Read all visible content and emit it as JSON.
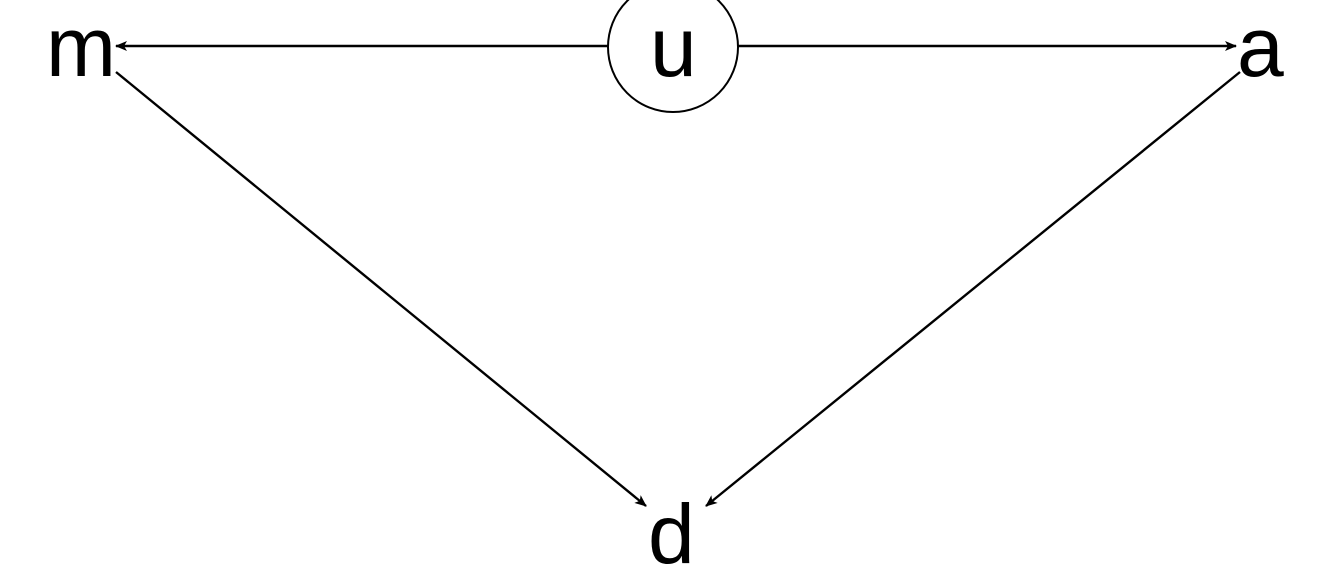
{
  "diagram": {
    "type": "directed-graph",
    "line_color": "#000000",
    "background": "#ffffff",
    "nodes": [
      {
        "id": "m",
        "label": "m",
        "circled": false
      },
      {
        "id": "u",
        "label": "u",
        "circled": true
      },
      {
        "id": "a",
        "label": "a",
        "circled": false
      },
      {
        "id": "d",
        "label": "d",
        "circled": false
      }
    ],
    "edges": [
      {
        "from": "u",
        "to": "m"
      },
      {
        "from": "u",
        "to": "a"
      },
      {
        "from": "m",
        "to": "d"
      },
      {
        "from": "a",
        "to": "d"
      }
    ]
  }
}
